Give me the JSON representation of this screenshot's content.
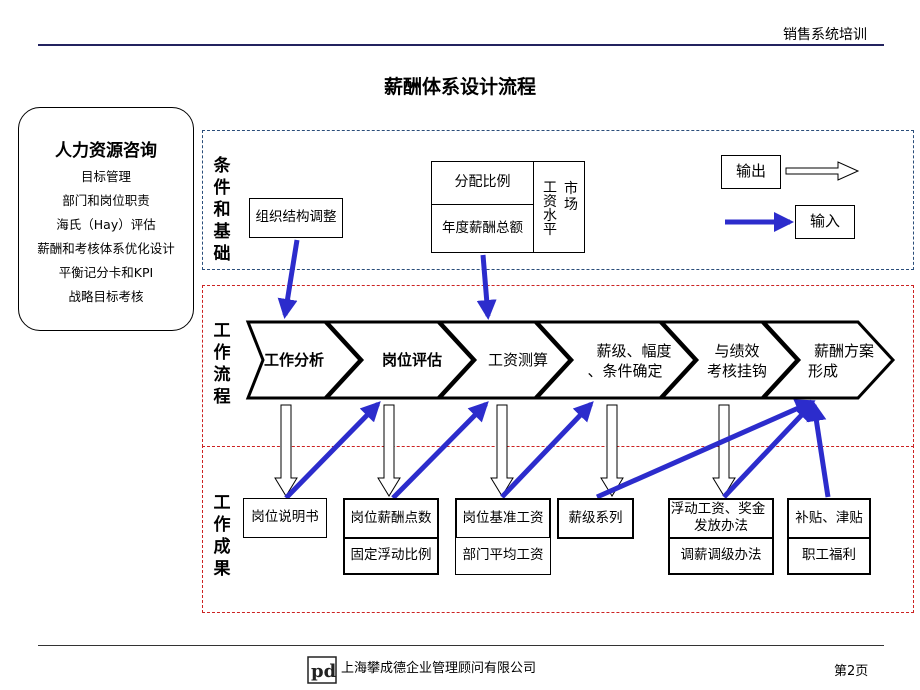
{
  "header": {
    "course": "销售系统培训"
  },
  "title": "薪酬体系设计流程",
  "consulting": {
    "heading": "人力资源咨询",
    "items": [
      "目标管理",
      "部门和岗位职责",
      "海氏（Hay）评估",
      "薪酬和考核体系优化设计",
      "平衡记分卡和KPI",
      "战略目标考核"
    ]
  },
  "zones": {
    "conditions": "条件和基础",
    "workflow": "工作流程",
    "results": "工作成果"
  },
  "conditions": {
    "org": "组织结构调整",
    "ratio": "分配比例",
    "total": "年度薪酬总额",
    "market_a": "市场",
    "market_b": "工资水平"
  },
  "legend": {
    "output": "输出",
    "input": "输入"
  },
  "flow": [
    "工作分析",
    "岗位评估",
    "工资测算",
    "薪级、幅度、条件确定",
    "与绩效考核挂钩",
    "薪酬方案形成"
  ],
  "flow_lines": {
    "s4a": "薪级、幅度",
    "s4b": "、条件确定",
    "s5a": "与绩效",
    "s5b": "考核挂钩",
    "s6a": "薪酬方案",
    "s6b": "形成"
  },
  "results": {
    "r1": "岗位说明书",
    "r2a": "岗位薪酬点数",
    "r2b": "固定浮动比例",
    "r3a": "岗位基准工资",
    "r3b": "部门平均工资",
    "r4": "薪级系列",
    "r5a_1": "浮动工资、奖金",
    "r5a_2": "发放办法",
    "r5b": "调薪调级办法",
    "r6a": "补贴、津贴",
    "r6b": "职工福利"
  },
  "footer": {
    "company": "上海攀成德企业管理顾问有限公司",
    "page": "第2页"
  },
  "colors": {
    "arrow": "#2c2ccc",
    "header_rule": "#23235f",
    "zone_blue": "#2a4d7a",
    "zone_red": "#cc2222"
  }
}
